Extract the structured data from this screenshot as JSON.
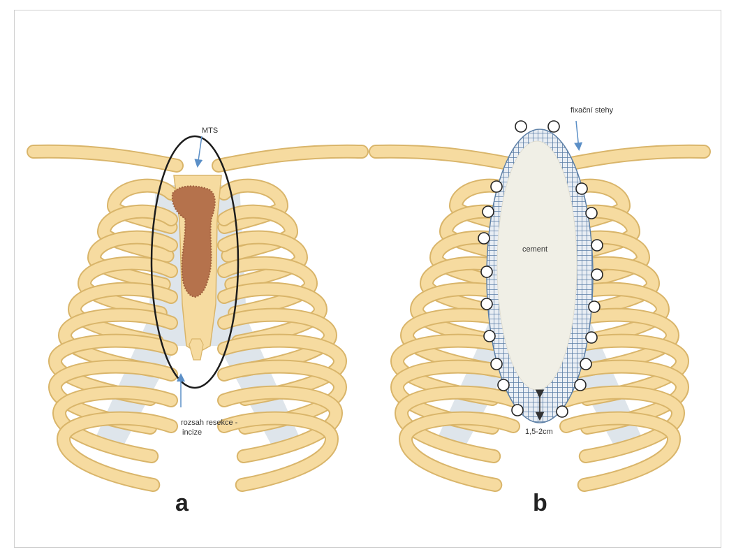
{
  "panels": [
    {
      "letter": "a",
      "labels": {
        "mts": "MTS",
        "resection_line1": "rozsah resekce -",
        "resection_line2": "incize"
      }
    },
    {
      "letter": "b",
      "labels": {
        "sutures": "fixační stehy",
        "cement": "cement",
        "margin": "1,5-2cm"
      }
    }
  ],
  "colors": {
    "bone": "#f6dba0",
    "bone_stroke": "#d9b56a",
    "cartilage": "#d8e1e8",
    "tumor": "#b5724c",
    "mesh": "#5c7fa6",
    "cement": "#f0efe6",
    "arrow": "#5b8fc7"
  }
}
